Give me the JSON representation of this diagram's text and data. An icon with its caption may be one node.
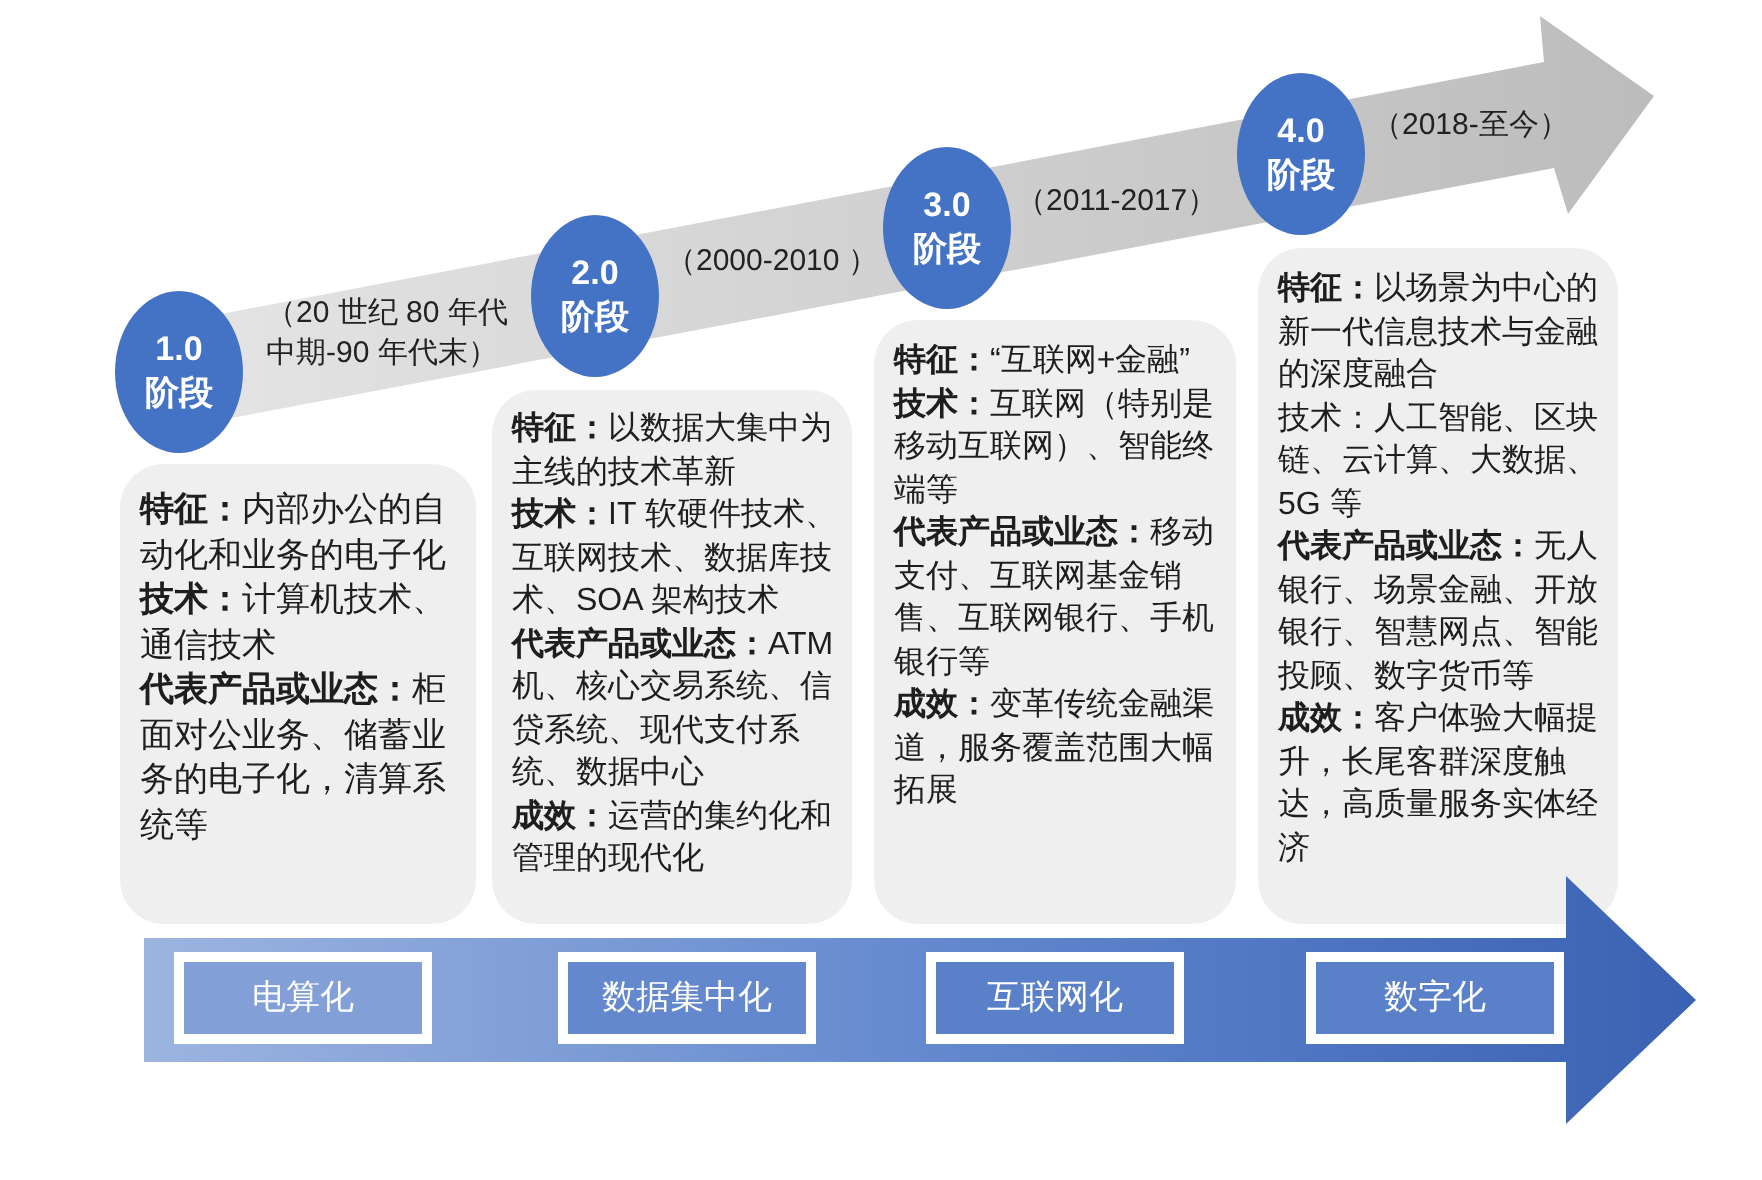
{
  "diagram": {
    "nodes": [
      {
        "text": [
          "1.0阶段"
        ],
        "beside": [
          "（20 世纪 80 年代中期-90 年代末）"
        ]
      },
      {
        "text": [
          "**特征：**内部办公的自动化和业务的电子化",
          "**技术：**计算机技术、通信技术",
          "**代表产品或业态：**柜面对公业务、储蓄业务的电子化，清算系统等"
        ]
      },
      {
        "text": [
          "2.0阶段"
        ],
        "beside": [
          "（2000-2010 ）"
        ]
      },
      {
        "text": [
          "**特征：**以数据大集中为主线的技术革新",
          "**技术：**IT 软硬件技术、互联网技术、数据库技术、SOA 架构技术",
          "**代表产品或业态：**ATM机、核心交易系统、信贷系统、现代支付系统、数据中心",
          "**成效：**运营的集约化和管理的现代化"
        ]
      },
      {
        "text": [
          "3.0阶段"
        ],
        "beside": [
          "（2011-2017）"
        ]
      },
      {
        "text": [
          "**特征：**“互联网+金融”",
          "**技术：**互联网（特别是移动互联网）、智能终端等",
          "**代表产品或业态：**移动支付、互联网基金销售、互联网银行、手机银行等",
          "**成效：**变革传统金融渠道，服务覆盖范围大幅拓展"
        ]
      },
      {
        "text": [
          "4.0阶段"
        ],
        "beside": [
          "（2018-至今）"
        ]
      },
      {
        "text": [
          "**特征：**以场景为中心的新一代信息技术与金融的深度融合",
          "技术：人工智能、区块链、云计算、大数据、5G 等",
          "**代表产品或业态：**无人银行、场景金融、开放银行、智慧网点、智能投顾、数字货币等",
          "**成效：**客户体验大幅提升，长尾客群深度触达，高质量服务实体经济"
        ]
      },
      {
        "text": [],
        "shape": "arrow"
      },
      {
        "text": [
          "电算化"
        ],
        "in": 8
      },
      {
        "text": [
          "数据集中化"
        ],
        "in": 8
      },
      {
        "text": [
          "互联网化"
        ],
        "in": 8
      },
      {
        "text": [
          "数字化"
        ],
        "in": 8
      }
    ]
  }
}
